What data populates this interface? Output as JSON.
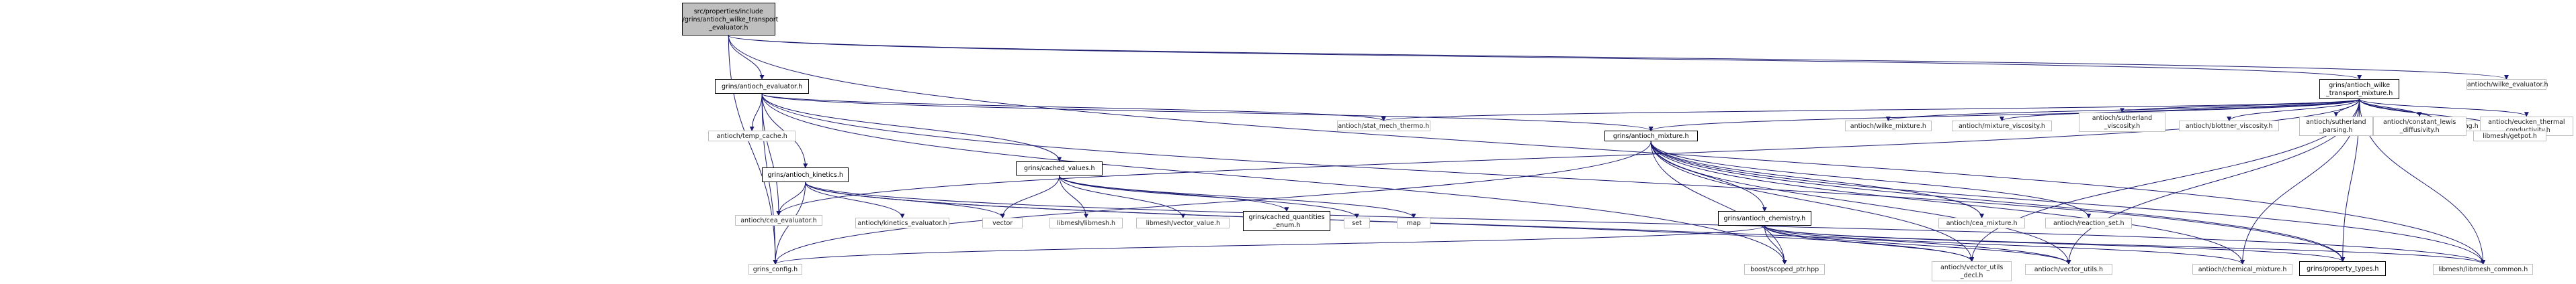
{
  "graph": {
    "edge_color": "#191970",
    "nodes": [
      {
        "id": "root",
        "lines": [
          "src/properties/include",
          "/grins/antioch_wilke_transport",
          "_evaluator.h"
        ],
        "style": "root"
      },
      {
        "id": "antioch_evaluator",
        "lines": [
          "grins/antioch_evaluator.h"
        ],
        "style": "linked"
      },
      {
        "id": "wilke_transport_mixture",
        "lines": [
          "grins/antioch_wilke",
          "_transport_mixture.h"
        ],
        "style": "linked"
      },
      {
        "id": "wilke_evaluator",
        "lines": [
          "antioch/wilke_evaluator.h"
        ],
        "style": "leaf"
      },
      {
        "id": "temp_cache",
        "lines": [
          "antioch/temp_cache.h"
        ],
        "style": "leaf"
      },
      {
        "id": "antioch_kinetics",
        "lines": [
          "grins/antioch_kinetics.h"
        ],
        "style": "linked"
      },
      {
        "id": "cached_values",
        "lines": [
          "grins/cached_values.h"
        ],
        "style": "linked"
      },
      {
        "id": "stat_mech_thermo",
        "lines": [
          "antioch/stat_mech_thermo.h"
        ],
        "style": "leaf"
      },
      {
        "id": "antioch_mixture",
        "lines": [
          "grins/antioch_mixture.h"
        ],
        "style": "linked"
      },
      {
        "id": "wilke_mixture",
        "lines": [
          "antioch/wilke_mixture.h"
        ],
        "style": "leaf"
      },
      {
        "id": "mixture_viscosity",
        "lines": [
          "antioch/mixture_viscosity.h"
        ],
        "style": "leaf"
      },
      {
        "id": "sutherland_viscosity",
        "lines": [
          "antioch/sutherland",
          "_viscosity.h"
        ],
        "style": "leaf"
      },
      {
        "id": "blottner_viscosity",
        "lines": [
          "antioch/blottner_viscosity.h"
        ],
        "style": "leaf"
      },
      {
        "id": "sutherland_parsing",
        "lines": [
          "antioch/sutherland",
          "_parsing.h"
        ],
        "style": "leaf"
      },
      {
        "id": "blottner_parsing",
        "lines": [
          "antioch/blottner_parsing.h"
        ],
        "style": "leaf"
      },
      {
        "id": "eucken_thermal",
        "lines": [
          "antioch/eucken_thermal",
          "_conductivity.h"
        ],
        "style": "leaf"
      },
      {
        "id": "constant_lewis",
        "lines": [
          "antioch/constant_lewis",
          "_diffusivity.h"
        ],
        "style": "leaf"
      },
      {
        "id": "getpot",
        "lines": [
          "libmesh/getpot.h"
        ],
        "style": "leaf"
      },
      {
        "id": "cea_evaluator",
        "lines": [
          "antioch/cea_evaluator.h"
        ],
        "style": "leaf"
      },
      {
        "id": "kinetics_evaluator",
        "lines": [
          "antioch/kinetics_evaluator.h"
        ],
        "style": "leaf"
      },
      {
        "id": "vector",
        "lines": [
          "vector"
        ],
        "style": "leaf"
      },
      {
        "id": "libmesh",
        "lines": [
          "libmesh/libmesh.h"
        ],
        "style": "leaf"
      },
      {
        "id": "vector_value",
        "lines": [
          "libmesh/vector_value.h"
        ],
        "style": "leaf"
      },
      {
        "id": "cached_quantities_enum",
        "lines": [
          "grins/cached_quantities",
          "_enum.h"
        ],
        "style": "linked"
      },
      {
        "id": "set",
        "lines": [
          "set"
        ],
        "style": "leaf"
      },
      {
        "id": "map",
        "lines": [
          "map"
        ],
        "style": "leaf"
      },
      {
        "id": "cea_mixture",
        "lines": [
          "antioch/cea_mixture.h"
        ],
        "style": "leaf"
      },
      {
        "id": "reaction_set",
        "lines": [
          "antioch/reaction_set.h"
        ],
        "style": "leaf"
      },
      {
        "id": "antioch_chemistry",
        "lines": [
          "grins/antioch_chemistry.h"
        ],
        "style": "linked"
      },
      {
        "id": "grins_config",
        "lines": [
          "grins_config.h"
        ],
        "style": "leaf"
      },
      {
        "id": "scoped_ptr",
        "lines": [
          "boost/scoped_ptr.hpp"
        ],
        "style": "leaf"
      },
      {
        "id": "vector_utils_decl",
        "lines": [
          "antioch/vector_utils",
          "_decl.h"
        ],
        "style": "leaf"
      },
      {
        "id": "vector_utils",
        "lines": [
          "antioch/vector_utils.h"
        ],
        "style": "leaf"
      },
      {
        "id": "chemical_mixture",
        "lines": [
          "antioch/chemical_mixture.h"
        ],
        "style": "leaf"
      },
      {
        "id": "property_types",
        "lines": [
          "grins/property_types.h"
        ],
        "style": "linked"
      },
      {
        "id": "libmesh_common",
        "lines": [
          "libmesh/libmesh_common.h"
        ],
        "style": "leaf"
      }
    ],
    "edges": [
      [
        "root",
        "antioch_evaluator"
      ],
      [
        "root",
        "wilke_transport_mixture"
      ],
      [
        "root",
        "wilke_evaluator"
      ],
      [
        "root",
        "grins_config"
      ],
      [
        "root",
        "libmesh_common"
      ],
      [
        "antioch_evaluator",
        "temp_cache"
      ],
      [
        "antioch_evaluator",
        "antioch_kinetics"
      ],
      [
        "antioch_evaluator",
        "cached_values"
      ],
      [
        "antioch_evaluator",
        "stat_mech_thermo"
      ],
      [
        "antioch_evaluator",
        "antioch_mixture"
      ],
      [
        "antioch_evaluator",
        "cea_evaluator"
      ],
      [
        "antioch_evaluator",
        "grins_config"
      ],
      [
        "antioch_evaluator",
        "scoped_ptr"
      ],
      [
        "antioch_evaluator",
        "property_types"
      ],
      [
        "wilke_transport_mixture",
        "antioch_mixture"
      ],
      [
        "wilke_transport_mixture",
        "wilke_mixture"
      ],
      [
        "wilke_transport_mixture",
        "mixture_viscosity"
      ],
      [
        "wilke_transport_mixture",
        "sutherland_viscosity"
      ],
      [
        "wilke_transport_mixture",
        "blottner_viscosity"
      ],
      [
        "wilke_transport_mixture",
        "sutherland_parsing"
      ],
      [
        "wilke_transport_mixture",
        "blottner_parsing"
      ],
      [
        "wilke_transport_mixture",
        "eucken_thermal"
      ],
      [
        "wilke_transport_mixture",
        "constant_lewis"
      ],
      [
        "wilke_transport_mixture",
        "getpot"
      ],
      [
        "wilke_transport_mixture",
        "stat_mech_thermo"
      ],
      [
        "wilke_transport_mixture",
        "cea_evaluator"
      ],
      [
        "wilke_transport_mixture",
        "vector_utils_decl"
      ],
      [
        "wilke_transport_mixture",
        "vector_utils"
      ],
      [
        "wilke_transport_mixture",
        "chemical_mixture"
      ],
      [
        "wilke_transport_mixture",
        "property_types"
      ],
      [
        "wilke_transport_mixture",
        "libmesh_common"
      ],
      [
        "antioch_kinetics",
        "cea_evaluator"
      ],
      [
        "antioch_kinetics",
        "kinetics_evaluator"
      ],
      [
        "antioch_kinetics",
        "vector"
      ],
      [
        "antioch_kinetics",
        "grins_config"
      ],
      [
        "antioch_kinetics",
        "vector_utils"
      ],
      [
        "antioch_kinetics",
        "libmesh_common"
      ],
      [
        "antioch_kinetics",
        "vector_utils_decl"
      ],
      [
        "cached_values",
        "vector"
      ],
      [
        "cached_values",
        "libmesh"
      ],
      [
        "cached_values",
        "vector_value"
      ],
      [
        "cached_values",
        "cached_quantities_enum"
      ],
      [
        "cached_values",
        "set"
      ],
      [
        "cached_values",
        "map"
      ],
      [
        "antioch_mixture",
        "cea_mixture"
      ],
      [
        "antioch_mixture",
        "reaction_set"
      ],
      [
        "antioch_mixture",
        "antioch_chemistry"
      ],
      [
        "antioch_mixture",
        "grins_config"
      ],
      [
        "antioch_mixture",
        "scoped_ptr"
      ],
      [
        "antioch_mixture",
        "vector_utils_decl"
      ],
      [
        "antioch_mixture",
        "vector_utils"
      ],
      [
        "antioch_mixture",
        "property_types"
      ],
      [
        "antioch_mixture",
        "libmesh_common"
      ],
      [
        "antioch_mixture",
        "chemical_mixture"
      ],
      [
        "antioch_chemistry",
        "grins_config"
      ],
      [
        "antioch_chemistry",
        "scoped_ptr"
      ],
      [
        "antioch_chemistry",
        "vector_utils_decl"
      ],
      [
        "antioch_chemistry",
        "vector_utils"
      ],
      [
        "antioch_chemistry",
        "chemical_mixture"
      ],
      [
        "antioch_chemistry",
        "property_types"
      ],
      [
        "antioch_chemistry",
        "libmesh_common"
      ]
    ]
  }
}
